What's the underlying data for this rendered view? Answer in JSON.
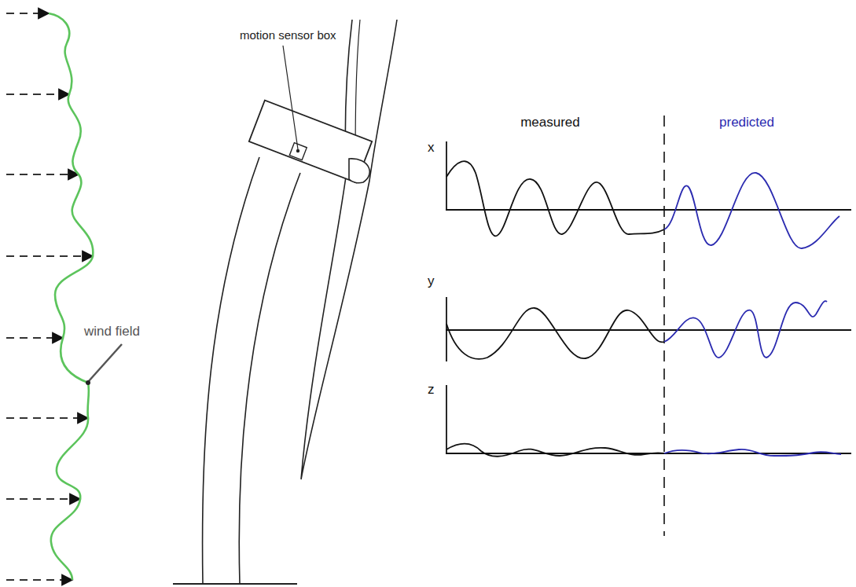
{
  "diagram": {
    "labels": [
      "motion sensor box",
      "wind field",
      "measured",
      "predicted",
      "x",
      "y",
      "z"
    ]
  }
}
